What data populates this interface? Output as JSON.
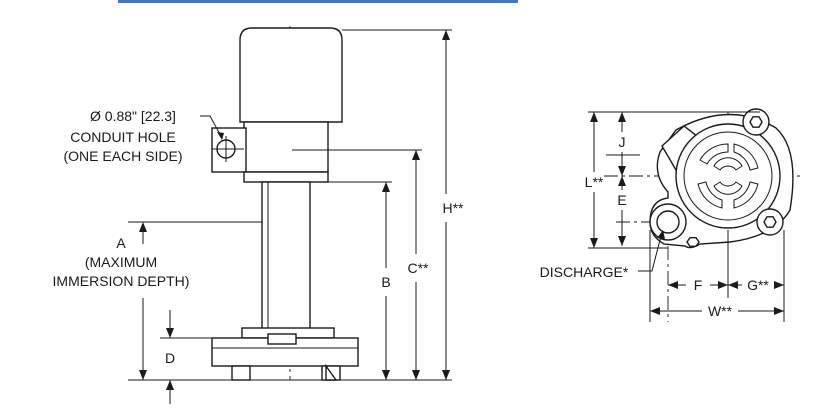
{
  "header_fragment": "",
  "side_view": {
    "conduit_size": "Ø 0.88\" [22.3]",
    "conduit_line1": "CONDUIT HOLE",
    "conduit_line2": "(ONE EACH SIDE)",
    "dim_a_line1": "A",
    "dim_a_line2": "(MAXIMUM",
    "dim_a_line3": "IMMERSION DEPTH)",
    "dim_b": "B",
    "dim_c": "C**",
    "dim_d": "D",
    "dim_h": "H**"
  },
  "top_view": {
    "dim_j": "J",
    "dim_l": "L**",
    "dim_e": "E",
    "dim_f": "F",
    "dim_g": "G**",
    "dim_w": "W**",
    "discharge": "DISCHARGE*"
  },
  "colors": {
    "line": "#1a1a1a",
    "header_blue": "#1a5fbf"
  }
}
